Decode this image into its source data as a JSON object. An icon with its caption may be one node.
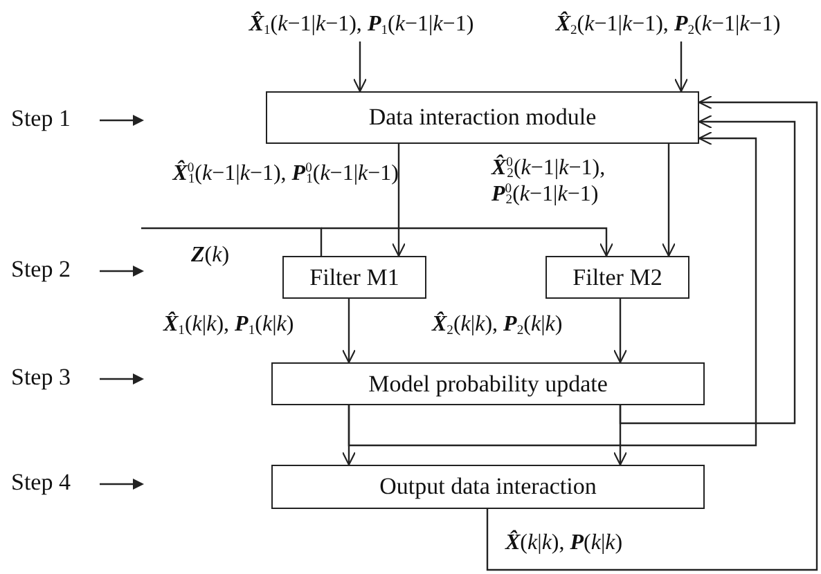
{
  "diagram": {
    "nodes": [
      {
        "text": [
          "Data interaction module"
        ]
      },
      {
        "text": [
          "Filter M1"
        ]
      },
      {
        "text": [
          "Filter M2"
        ]
      },
      {
        "text": [
          "Model probability update"
        ]
      },
      {
        "text": [
          "Output data interaction"
        ]
      },
      {
        "text": [
          "**X̂**$_{1}$(*k*−1|*k*−1), **P**$_{1}$(*k*−1|*k*−1)"
        ]
      },
      {
        "text": [
          "**X̂**$_{2}$(*k*−1|*k*−1), **P**$_{2}$(*k*−1|*k*−1)"
        ]
      }
    ],
    "edges": [
      {
        "from": 5,
        "to": 0,
        "arrow": "to"
      },
      {
        "from": 6,
        "to": 0,
        "arrow": "to"
      },
      {
        "from": 0,
        "to": 1,
        "arrow": "to",
        "label": "**X̂**$^{0}$$_{1}$(*k*−1|*k*−1), **P**$^{0}$$_{1}$(*k*−1|*k*−1)"
      },
      {
        "from": 0,
        "to": 2,
        "arrow": "to",
        "label": "**X̂**$^{0}$$_{2}$(*k*−1|*k*−1), **P**$^{0}$$_{2}$(*k*−1|*k*−1)"
      },
      {
        "from": null,
        "to": 1,
        "arrow": "none",
        "label": "**Z**(*k*)"
      },
      {
        "from": null,
        "to": 2,
        "arrow": "to"
      },
      {
        "from": 1,
        "to": 3,
        "arrow": "to",
        "label": "**X̂**$_{1}$(*k*|*k*), **P**$_{1}$(*k*|*k*)"
      },
      {
        "from": 2,
        "to": 3,
        "arrow": "to",
        "label": "**X̂**$_{2}$(*k*|*k*), **P**$_{2}$(*k*|*k*)"
      },
      {
        "from": 3,
        "to": 4,
        "arrow": "to"
      },
      {
        "from": 3,
        "to": 4,
        "arrow": "to"
      },
      {
        "from": 3,
        "to": 0,
        "arrow": "to"
      },
      {
        "from": 3,
        "to": 0,
        "arrow": "to"
      },
      {
        "from": 4,
        "to": 0,
        "arrow": "to",
        "label": "**X̂**(*k*|*k*), **P**(*k*|*k*)"
      }
    ],
    "labels": [
      "Step 1",
      "Step 2",
      "Step 3",
      "Step 4"
    ]
  }
}
